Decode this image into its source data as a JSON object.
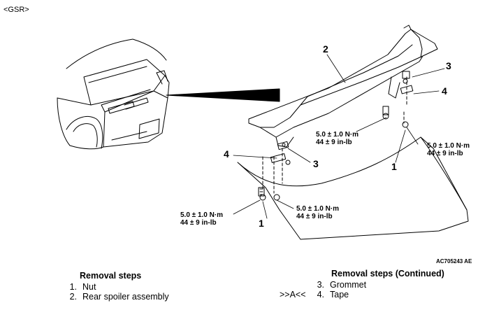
{
  "header": {
    "variant_label": "<GSR>"
  },
  "diagram": {
    "callouts": {
      "c2": "2",
      "c3_upper": "3",
      "c4_upper": "4",
      "c4_left": "4",
      "c3_left": "3",
      "c1_right": "1",
      "c1_left": "1"
    },
    "torque_specs": {
      "upper_right": {
        "metric": "5.0 ± 1.0 N·m",
        "imperial": "44 ± 9 in-lb"
      },
      "far_right": {
        "metric": "5.0 ± 1.0 N·m",
        "imperial": "44 ± 9 in-lb"
      },
      "lower_left": {
        "metric": "5.0 ± 1.0 N·m",
        "imperial": "44 ± 9 in-lb"
      },
      "lower_center": {
        "metric": "5.0 ± 1.0 N·m",
        "imperial": "44 ± 9 in-lb"
      }
    },
    "figure_id": "AC705243 AE"
  },
  "removal_steps": {
    "heading": "Removal steps",
    "items": [
      {
        "num": "1.",
        "label": "Nut"
      },
      {
        "num": "2.",
        "label": "Rear spoiler assembly"
      }
    ]
  },
  "removal_steps_continued": {
    "heading": "Removal steps (Continued)",
    "items": [
      {
        "ref": "",
        "num": "3.",
        "label": "Grommet"
      },
      {
        "ref": ">>A<<",
        "num": "4.",
        "label": "Tape"
      }
    ]
  }
}
